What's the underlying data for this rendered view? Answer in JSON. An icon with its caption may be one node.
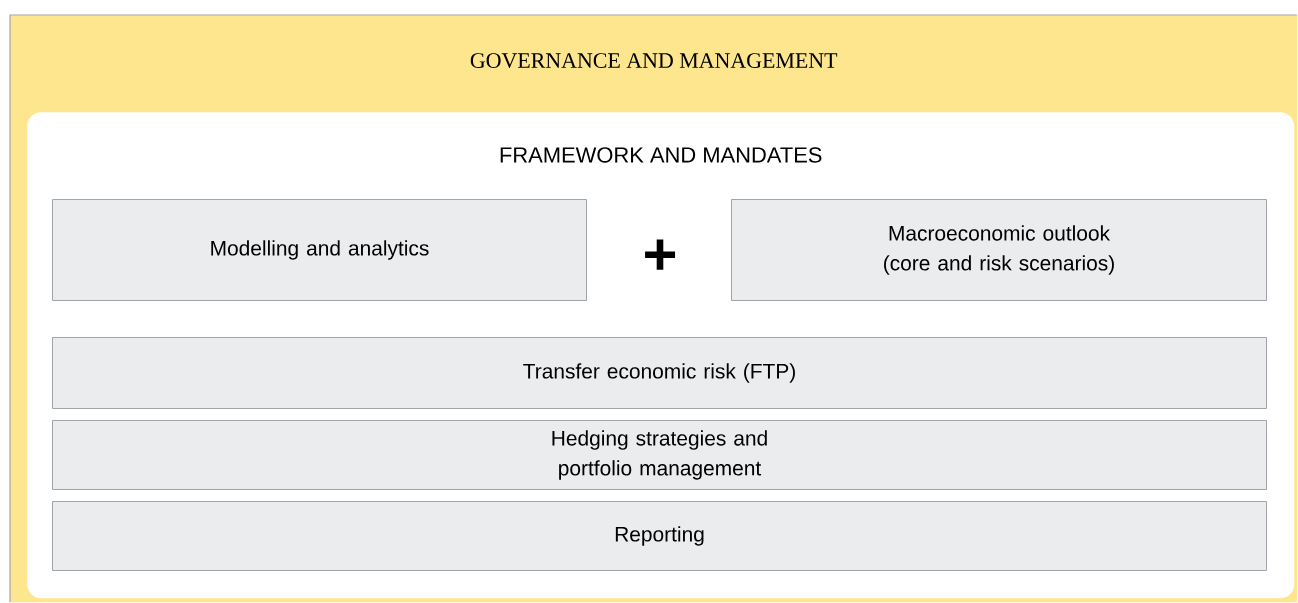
{
  "diagram": {
    "nodes": [
      {
        "text": [
          "GOVERNANCE AND MANAGEMENT"
        ]
      },
      {
        "text": [
          "FRAMEWORK AND MANDATES"
        ],
        "in": 0
      },
      {
        "text": [
          "Modelling and analytics"
        ],
        "in": 1
      },
      {
        "text": [
          "Macroeconomic outlook (core and risk scenarios)"
        ],
        "in": 1
      },
      {
        "text": [
          "Transfer economic risk (FTP)"
        ],
        "in": 1
      },
      {
        "text": [
          "Hedging strategies and portfolio management"
        ],
        "in": 1
      },
      {
        "text": [
          "Reporting"
        ],
        "in": 1
      }
    ],
    "labels": [
      "+"
    ]
  }
}
